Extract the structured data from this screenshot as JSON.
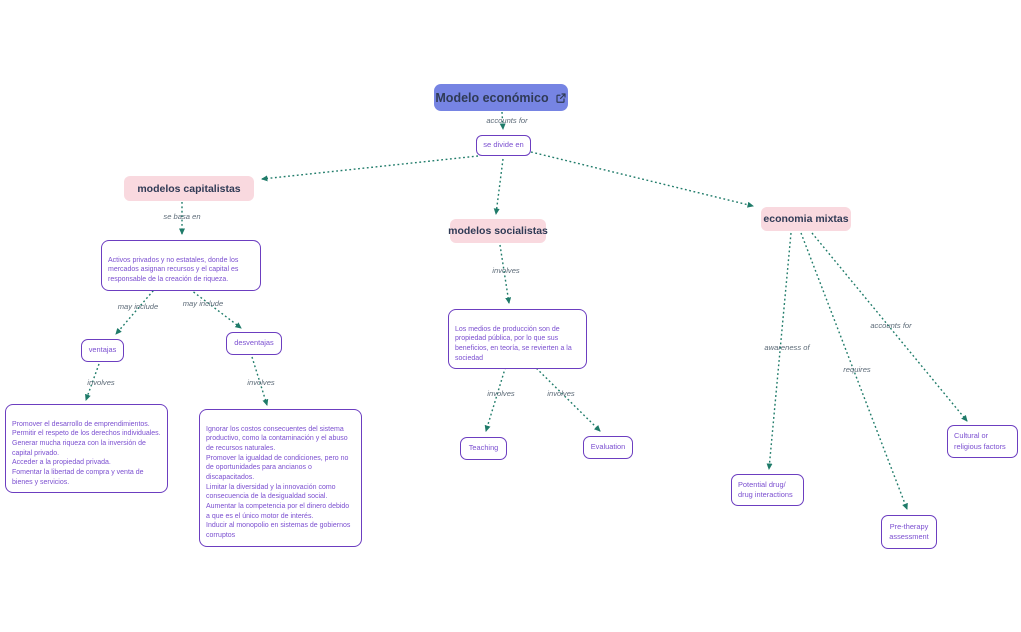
{
  "diagram": {
    "nodes": {
      "root": {
        "label": "Modelo económico"
      },
      "divide": {
        "label": "se divide en"
      },
      "capitalistas": {
        "label": "modelos capitalistas"
      },
      "socialistas": {
        "label": "modelos socialistas"
      },
      "mixtas": {
        "label": "economia mixtas"
      },
      "activos": {
        "text": "Activos privados y no estatales, donde los mercados asignan recursos y el capital es responsable de la creación de riqueza."
      },
      "ventajas": {
        "label": "ventajas"
      },
      "desventajas": {
        "label": "desventajas"
      },
      "ventajas_detalle": {
        "text": "Promover el desarrollo de emprendimientos.\nPermitir el respeto de los derechos individuales.\nGenerar mucha riqueza con la inversión de capital privado.\nAcceder a la propiedad privada.\nFomentar la libertad de compra y venta de bienes y servicios."
      },
      "desventajas_detalle": {
        "text": "Ignorar los costos consecuentes del sistema productivo, como la contaminación y el abuso de recursos naturales.\nPromover la igualdad de condiciones, pero no de oportunidades para ancianos o discapacitados.\nLimitar la diversidad y la innovación como consecuencia de la desigualdad social.\nAumentar la competencia por el dinero debido a que es el único motor de interés.\nInducir al monopolio en sistemas de gobiernos corruptos"
      },
      "medios": {
        "text": "Los medios de producción son de propiedad pública, por lo que sus beneficios, en teoría, se revierten a la sociedad"
      },
      "teaching": {
        "label": "Teaching"
      },
      "evaluation": {
        "label": "Evaluation"
      },
      "potential_drug": {
        "label": "Potential drug/\ndrug interactions"
      },
      "pre_therapy": {
        "label": "Pre-therapy\nassessment"
      },
      "cultural": {
        "label": "Cultural or\nreligious factors"
      }
    },
    "edge_labels": {
      "accounts_for_root": "accounts for",
      "se_basa_en": "se basa en",
      "may_include_1": "may include",
      "may_include_2": "may include",
      "involves_ventajas": "involves",
      "involves_desventajas": "involves",
      "involves_socialistas": "involves",
      "involves_teaching": "involves",
      "involves_evaluation": "involves",
      "awareness_of": "awareness of",
      "requires": "requires",
      "accounts_for_mixtas": "accounts for"
    },
    "colors": {
      "root_fill": "#7684e3",
      "topic_fill": "#f9d9df",
      "detail_border": "#6c3ec0",
      "detail_text": "#7b4fd0",
      "edge": "#1f7b69",
      "label_text": "#5d6b78",
      "dark_text": "#2f3a55"
    }
  }
}
